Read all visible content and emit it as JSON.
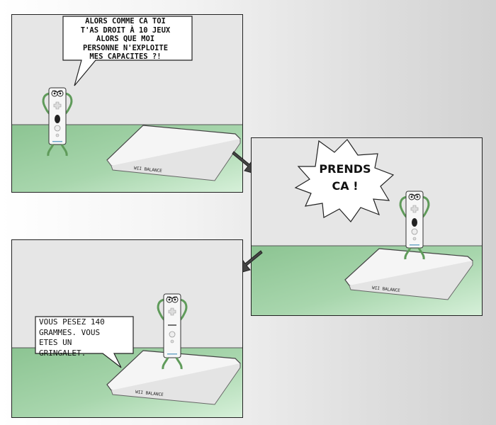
{
  "comic": {
    "panels": [
      {
        "speech": "ALORS COMME CA TOI\nT'AS DROIT À 10 JEUX\nALORS QUE MOI\nPERSONNE N'EXPLOITE\nMES CAPACITES ?!"
      },
      {
        "speech": "PRENDS\nCA !"
      },
      {
        "speech": "VOUS PESEZ 140\nGRAMMES. VOUS\nETES UN GRINGALET."
      }
    ],
    "board_label": "WII BALANCE"
  },
  "colors": {
    "wall": "#e6e6e6",
    "floor_light": "#c8eacc",
    "floor_dark": "#88c28e",
    "remote_arms": "#5f9b5a"
  },
  "icons": [
    "wii-remote-character",
    "wii-balance-board",
    "arrow-icon"
  ]
}
